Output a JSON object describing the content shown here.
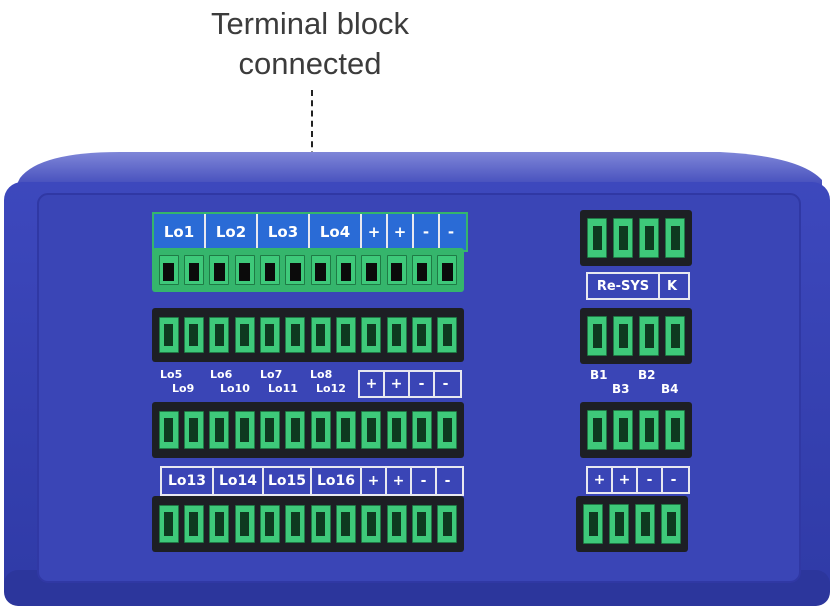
{
  "annotation": {
    "line1": "Terminal block",
    "line2": "connected"
  },
  "device": {
    "colors": {
      "body": "#3a44b8",
      "panel": "#3944b3",
      "connector_green": "#3ec97a",
      "connector_black": "#1d1f24",
      "label_text": "#ffffff"
    },
    "rows": [
      {
        "labels": [
          "Lo1",
          "Lo2",
          "Lo3",
          "Lo4",
          "+",
          "+",
          "-",
          "-"
        ]
      },
      {
        "labels_top": [
          "Lo5",
          "Lo6",
          "Lo7",
          "Lo8",
          "+",
          "+",
          "-",
          "-"
        ],
        "labels_bottom": [
          "Lo9",
          "Lo10",
          "Lo11",
          "Lo12"
        ]
      },
      {
        "labels": [
          "Lo13",
          "Lo14",
          "Lo15",
          "Lo16",
          "+",
          "+",
          "-",
          "-"
        ]
      }
    ],
    "side": {
      "row1": [
        "Re-SYS",
        "K"
      ],
      "row2_top": [
        "B1",
        "B2"
      ],
      "row2_bottom": [
        "B3",
        "B4"
      ],
      "row3": [
        "+",
        "+",
        "-",
        "-"
      ]
    }
  }
}
